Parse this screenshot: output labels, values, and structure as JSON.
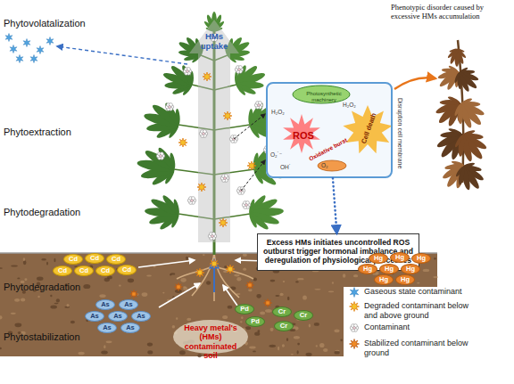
{
  "diagram": {
    "nodes": [
      {
        "text": [
          "Photosynthetic machinery",
          "ROS",
          "Oxidative burst",
          "Cell death",
          "H₂O₂",
          "O₂˙⁻",
          "OH˙",
          "H₂O₂",
          "O₂",
          "Disruption cell membrane"
        ]
      },
      {
        "text": [
          "Excess HMs initiates uncontrolled ROS outburst trigger hormonal imbalance and deregulation of physiological processes"
        ]
      },
      {
        "text": [
          "Cd"
        ]
      },
      {
        "text": [
          "Cd"
        ]
      },
      {
        "text": [
          "Cd"
        ]
      },
      {
        "text": [
          "Cd"
        ]
      },
      {
        "text": [
          "Cd"
        ]
      },
      {
        "text": [
          "Cd"
        ]
      },
      {
        "text": [
          "Cd"
        ]
      },
      {
        "text": [
          "Hg"
        ]
      },
      {
        "text": [
          "Hg"
        ]
      },
      {
        "text": [
          "Hg"
        ]
      },
      {
        "text": [
          "Hg"
        ]
      },
      {
        "text": [
          "Hg"
        ]
      },
      {
        "text": [
          "Hg"
        ]
      },
      {
        "text": [
          "Hg"
        ]
      },
      {
        "text": [
          "Hg"
        ]
      },
      {
        "text": [
          "As"
        ]
      },
      {
        "text": [
          "As"
        ]
      },
      {
        "text": [
          "As"
        ]
      },
      {
        "text": [
          "As"
        ]
      },
      {
        "text": [
          "As"
        ]
      },
      {
        "text": [
          "As"
        ]
      },
      {
        "text": [
          "As"
        ]
      },
      {
        "text": [
          "Pd"
        ]
      },
      {
        "text": [
          "Pd"
        ]
      },
      {
        "text": [
          "Cr"
        ]
      },
      {
        "text": [
          "Cr"
        ]
      },
      {
        "text": [
          "Cr"
        ]
      }
    ],
    "edges": [
      {
        "from": 0,
        "to": 1,
        "arrow": "to"
      }
    ],
    "labels": [
      "Phytovolatalization",
      "HMs uptake",
      "Phenotypic disorder caused by excessive HMs accumulation",
      "Phytoextraction",
      "Phytodegradation",
      "Phytodegradation",
      "Phytostabilization",
      "Heavy metal's (HMs) contaminated soil"
    ],
    "legend": [
      {
        "text": "Gaseous state contaminant"
      },
      {
        "text": "Degraded contaminant below and above ground"
      },
      {
        "text": "Contaminant"
      },
      {
        "text": "Stabilized contaminant below ground"
      }
    ]
  }
}
